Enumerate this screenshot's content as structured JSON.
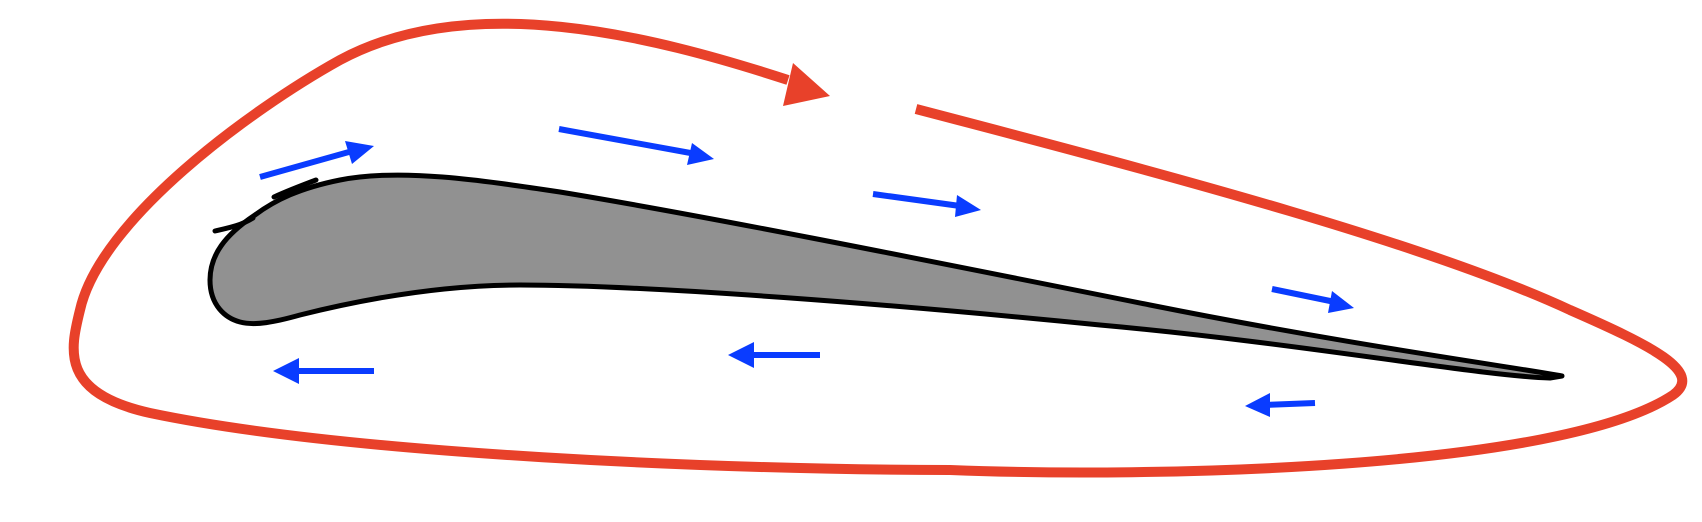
{
  "colors": {
    "background": "#ffffff",
    "circulation_loop": "#e8412a",
    "airfoil_fill": "#919191",
    "airfoil_outline": "#000000",
    "flow_arrow": "#0a3cff"
  },
  "elements": {
    "circulation_loop": {
      "icon": "loop-arrow-icon",
      "direction": "clockwise"
    },
    "airfoil": {
      "icon": "airfoil-icon"
    },
    "flow_arrows": [
      {
        "icon": "arrow-right-icon",
        "side": "upper"
      },
      {
        "icon": "arrow-right-icon",
        "side": "upper"
      },
      {
        "icon": "arrow-right-icon",
        "side": "upper"
      },
      {
        "icon": "arrow-right-icon",
        "side": "upper"
      },
      {
        "icon": "arrow-left-icon",
        "side": "lower"
      },
      {
        "icon": "arrow-left-icon",
        "side": "lower"
      },
      {
        "icon": "arrow-left-icon",
        "side": "lower"
      }
    ]
  }
}
